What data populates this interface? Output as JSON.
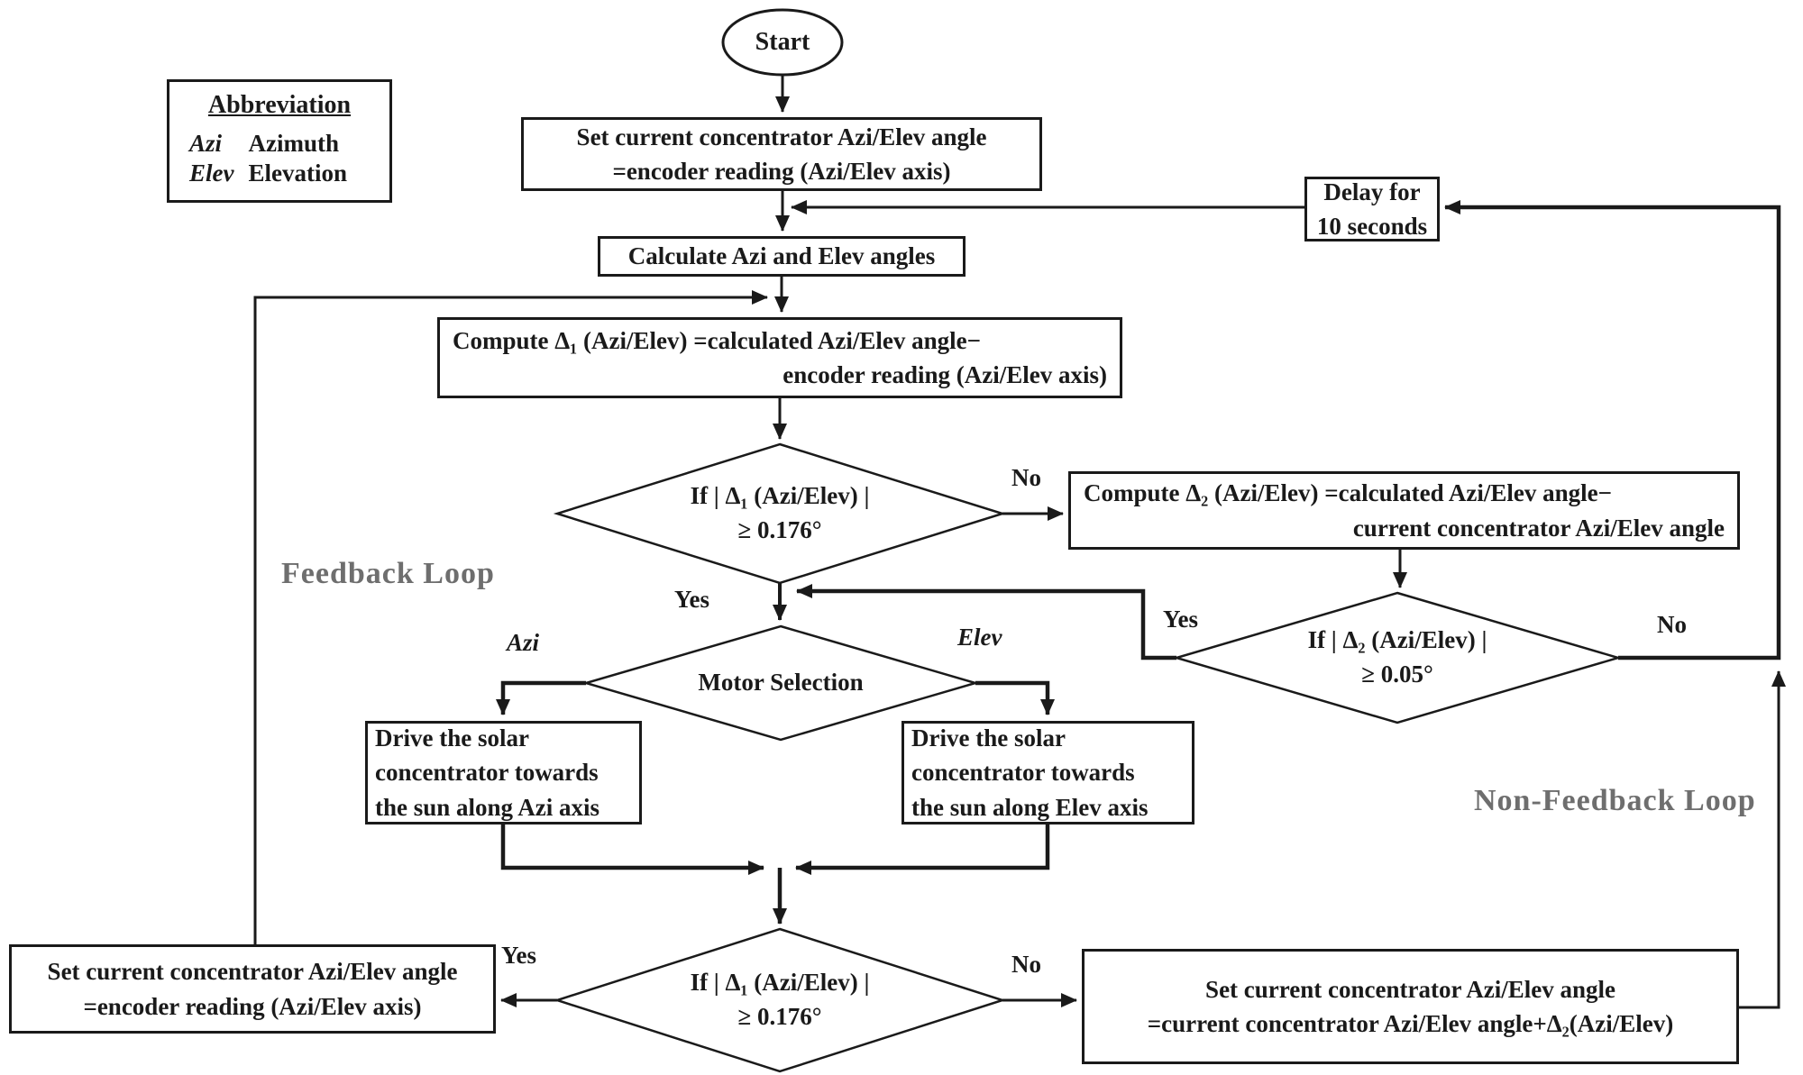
{
  "nodes": {
    "start": "Start",
    "set_encoder_top": {
      "line1": "Set current concentrator Azi/Elev angle",
      "line2": "=encoder reading (Azi/Elev axis)"
    },
    "delay": {
      "line1": "Delay for",
      "line2": "10 seconds"
    },
    "calculate": "Calculate Azi and Elev angles",
    "compute_d1": {
      "line1": "Compute Δ₁ (Azi/Elev) =calculated Azi/Elev angle−",
      "line2": "encoder reading (Azi/Elev axis)"
    },
    "if_d1": {
      "line1": "If | Δ₁ (Azi/Elev) |",
      "line2": "≥ 0.176°"
    },
    "compute_d2": {
      "line1": "Compute Δ₂ (Azi/Elev) =calculated Azi/Elev angle−",
      "line2": "current concentrator Azi/Elev angle"
    },
    "if_d2": {
      "line1": "If | Δ₂ (Azi/Elev) |",
      "line2": "≥ 0.05°"
    },
    "motor": "Motor Selection",
    "drive_azi": {
      "line1": "Drive the solar",
      "line2": "concentrator towards",
      "line3": "the sun along Azi axis"
    },
    "drive_elev": {
      "line1": "Drive the solar",
      "line2": "concentrator towards",
      "line3": "the sun along Elev axis"
    },
    "if_d1_bottom": {
      "line1": "If | Δ₁ (Azi/Elev) |",
      "line2": "≥ 0.176°"
    },
    "set_encoder_bottom": {
      "line1": "Set current concentrator Azi/Elev angle",
      "line2": "=encoder reading (Azi/Elev axis)"
    },
    "set_current": {
      "line1": "Set current concentrator Azi/Elev angle",
      "line2": "=current concentrator Azi/Elev angle+Δ₂(Azi/Elev)"
    }
  },
  "abbreviation": {
    "title": "Abbreviation",
    "rows": [
      {
        "abbr": "Azi",
        "meaning": "Azimuth"
      },
      {
        "abbr": "Elev",
        "meaning": "Elevation"
      }
    ]
  },
  "edge_labels": {
    "yes": "Yes",
    "no": "No",
    "azi": "Azi",
    "elev": "Elev"
  },
  "region_labels": {
    "feedback": "Feedback Loop",
    "non_feedback": "Non-Feedback Loop"
  },
  "colors": {
    "line": "#1a1a1a",
    "region_label": "#6e6e6e",
    "background": "#ffffff"
  }
}
